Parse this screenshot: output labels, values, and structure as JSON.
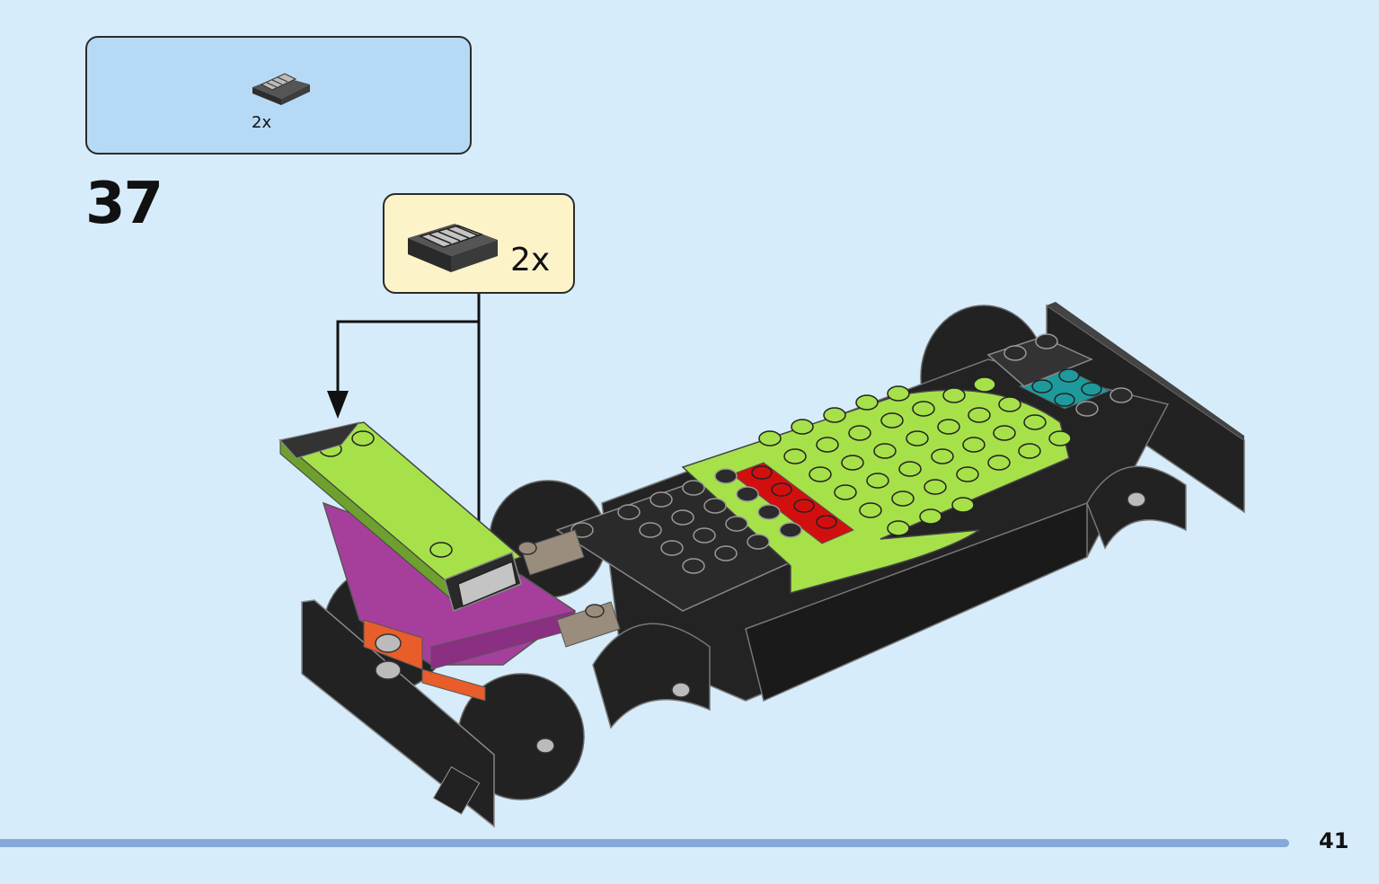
{
  "parts_list": {
    "quantity": "2x",
    "part_icon": "slope-grille-dark-gray-icon"
  },
  "step": {
    "number": "37"
  },
  "callout": {
    "quantity": "2x",
    "part_icon": "slope-grille-dark-gray-icon"
  },
  "page": {
    "number": "41"
  },
  "colors": {
    "background": "#d6ecfa",
    "parts_box": "#b6daf6",
    "callout_box": "#fdf3c8",
    "lime": "#a6e14a",
    "black": "#222222",
    "magenta": "#a63f9c",
    "red": "#d20f0f",
    "teal": "#1f9a9c",
    "tan": "#9a8d7d",
    "bar": "#86a8da"
  }
}
